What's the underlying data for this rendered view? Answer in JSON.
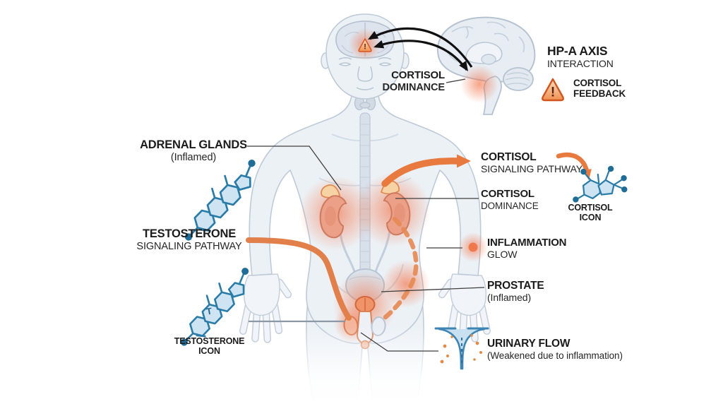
{
  "labels": {
    "cortisol_dominance_head_line1": "CORTISOL",
    "cortisol_dominance_head_line2": "DOMINANCE",
    "hpa_axis_line1": "HP-A AXIS",
    "hpa_axis_line2": "INTERACTION",
    "cortisol_feedback_line1": "CORTISOL",
    "cortisol_feedback_line2": "FEEDBACK",
    "adrenal_line1": "ADRENAL GLANDS",
    "adrenal_line2": "(Inflamed)",
    "testosterone_pathway_line1": "TESTOSTERONE",
    "testosterone_pathway_line2": "SIGNALING PATHWAY",
    "cortisol_pathway_line1": "CORTISOL",
    "cortisol_pathway_line2": "SIGNALING PATHWAY",
    "cortisol_dominance_body_line1": "CORTISOL",
    "cortisol_dominance_body_line2": "DOMINANCE",
    "cortisol_icon_line1": "CORTISOL",
    "cortisol_icon_line2": "ICON",
    "inflammation_line1": "INFLAMMATION",
    "inflammation_line2": "GLOW",
    "prostate_line1": "PROSTATE",
    "prostate_line2": "(Inflamed)",
    "testosterone_icon_line1": "TESTOSTERONE",
    "testosterone_icon_line2": "ICON",
    "urinary_line1": "URINARY FLOW",
    "urinary_line2": "(Weakened due to inflammation)",
    "molecule_letter": "T",
    "warning_mark": "!"
  },
  "colors": {
    "accent_orange": "#e8793f",
    "glow_orange": "#f36c3e",
    "molecule_blue": "#2a7ca8",
    "body_fill": "#ecf1f6",
    "body_stroke": "#bfcad7",
    "organ_salmon": "#eba087",
    "text_dark": "#1b1b1b"
  }
}
